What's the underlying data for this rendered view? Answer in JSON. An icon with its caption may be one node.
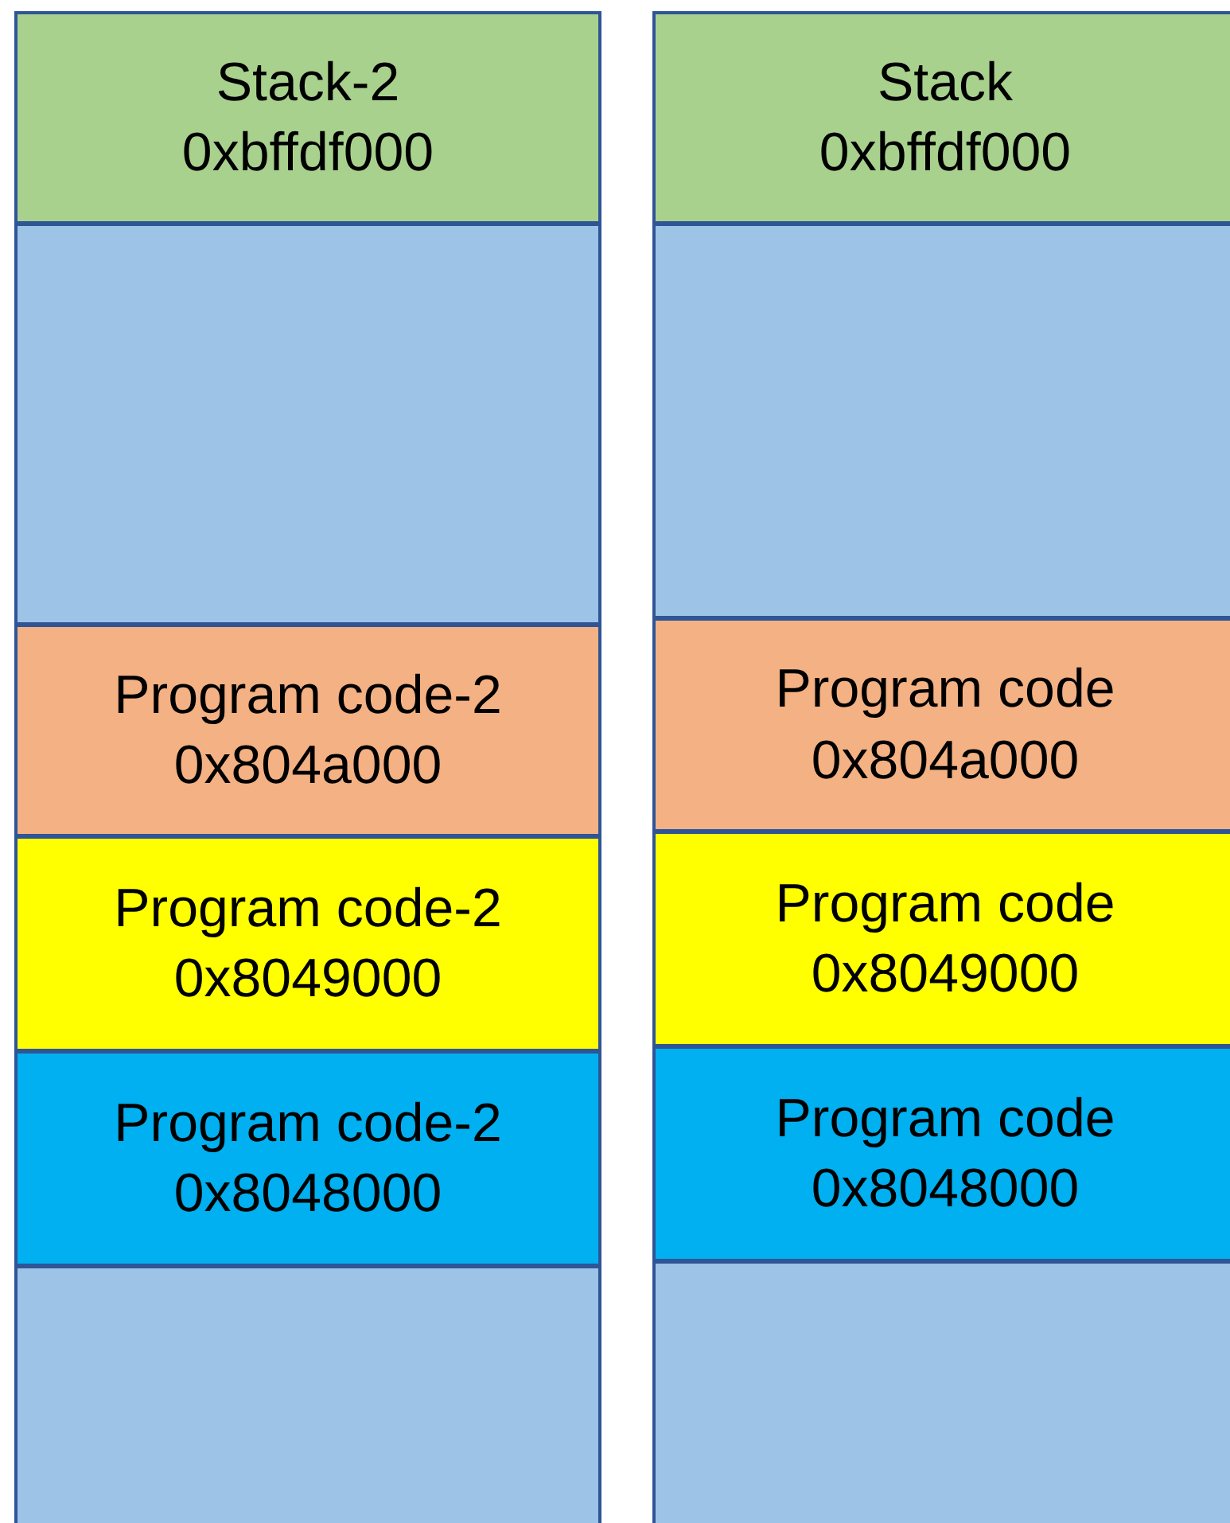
{
  "diagram": {
    "nodes": [
      {
        "text": [
          "Stack-2",
          "0xbffdf000"
        ]
      },
      {
        "text": [
          "Stack",
          "0xbffdf000"
        ]
      },
      {
        "text": [],
        "shape": "box"
      },
      {
        "text": [],
        "shape": "box"
      },
      {
        "text": [
          "Program code-2",
          "0x804a000"
        ]
      },
      {
        "text": [
          "Program code",
          "0x804a000"
        ]
      },
      {
        "text": [
          "Program code-2",
          "0x8049000"
        ]
      },
      {
        "text": [
          "Program code",
          "0x8049000"
        ]
      },
      {
        "text": [
          "Program code-2",
          "0x8048000"
        ]
      },
      {
        "text": [
          "Program code",
          "0x8048000"
        ]
      },
      {
        "text": [],
        "shape": "box"
      },
      {
        "text": [],
        "shape": "box"
      }
    ]
  }
}
